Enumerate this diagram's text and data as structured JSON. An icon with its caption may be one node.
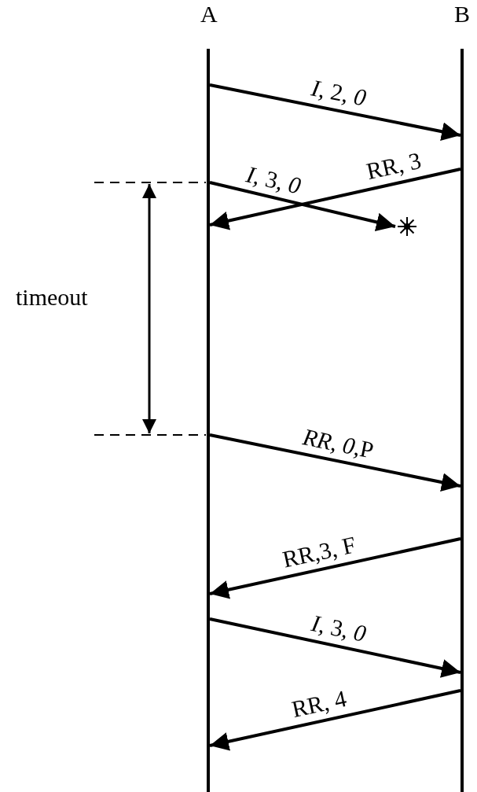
{
  "diagram": {
    "nodes": [
      {
        "text": [
          "A"
        ]
      },
      {
        "text": [
          "B"
        ]
      },
      {
        "text": [],
        "shape": "asterisk"
      }
    ],
    "edges": [
      {
        "from": 0,
        "to": 1,
        "arrow": "to",
        "label": "*I*, 2, *0*"
      },
      {
        "from": 0,
        "to": 2,
        "arrow": "to",
        "label": "*I*, 3, *0*"
      },
      {
        "from": 1,
        "to": 0,
        "arrow": "to",
        "label": "RR, 3"
      },
      {
        "from": 0,
        "to": 1,
        "arrow": "to",
        "label": "*RR*, *0*,P"
      },
      {
        "from": 1,
        "to": 0,
        "arrow": "to",
        "label": "RR,3, F"
      },
      {
        "from": 0,
        "to": 1,
        "arrow": "to",
        "label": "*I*, 3, *0*"
      },
      {
        "from": 1,
        "to": 0,
        "arrow": "to",
        "label": "RR, 4"
      }
    ],
    "labels": [
      "timeout"
    ]
  }
}
